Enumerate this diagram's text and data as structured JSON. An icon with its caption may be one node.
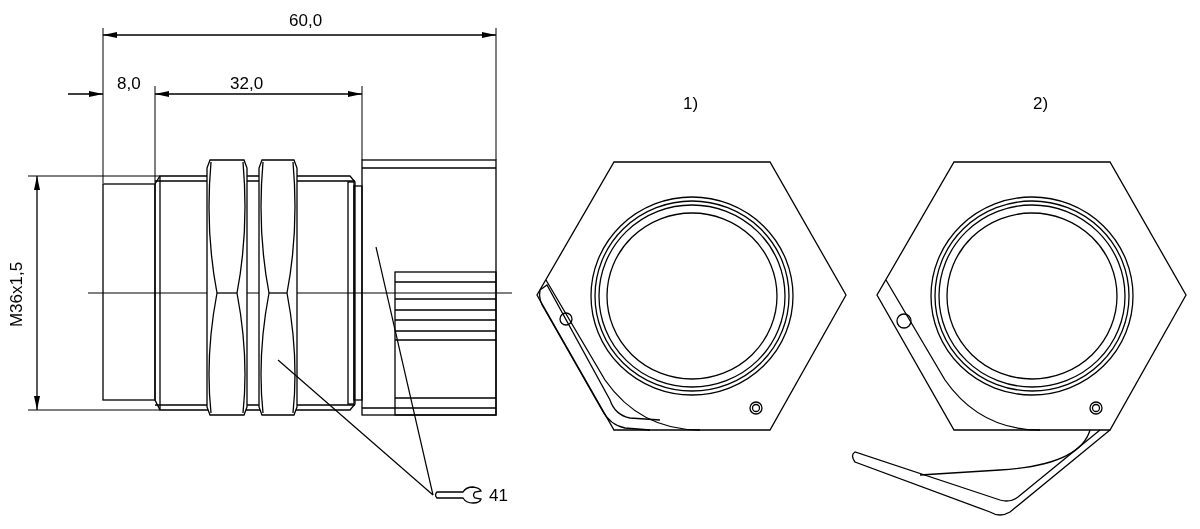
{
  "diagram": {
    "nodes": [
      {
        "text": [
          "41"
        ]
      },
      {
        "text": [],
        "shape": "nut"
      },
      {
        "text": [],
        "shape": "housing"
      }
    ],
    "edges": [
      {
        "from": 0,
        "to": 1,
        "arrow": "none"
      },
      {
        "from": 0,
        "to": 2,
        "arrow": "none"
      }
    ],
    "labels": [
      "60,0",
      "8,0",
      "32,0",
      "M36x1,5",
      "1)",
      "2)"
    ]
  }
}
